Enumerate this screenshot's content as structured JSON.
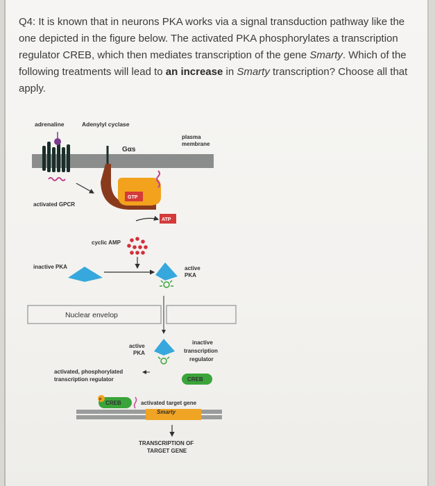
{
  "question": {
    "p1": "Q4: It is known that in neurons PKA works via a signal transduction pathway like the one depicted in the figure below. The activated PKA phosphorylates a transcription regulator CREB, which then mediates transcription of the gene ",
    "gene1": "Smarty",
    "p2": ". Which of the following treatments will lead to ",
    "emph": "an increase",
    "p3": " in ",
    "gene2": "Smarty",
    "p4": " transcription? Choose all that apply."
  },
  "diagram": {
    "adrenaline": "adrenaline",
    "adenylyl_cyclase": "Adenylyl cyclase",
    "g_alpha_s": "Gαs",
    "plasma_membrane_1": "plasma",
    "plasma_membrane_2": "membrane",
    "gtp": "GTP",
    "activated_gpcr": "activated GPCR",
    "atp": "ATP",
    "cyclic_amp": "cyclic AMP",
    "inactive_pka": "inactive PKA",
    "active_pka_1": "active",
    "active_pka_2": "PKA",
    "nuclear_envelop": "Nuclear envelop",
    "active_pka_nuc_1": "active",
    "active_pka_nuc_2": "PKA",
    "inactive_tr_1": "inactive",
    "inactive_tr_2": "transcription",
    "inactive_tr_3": "regulator",
    "creb": "CREB",
    "phospho_tr_1": "activated, phosphorylated",
    "phospho_tr_2": "transcription regulator",
    "creb_bound": "CREB",
    "p_label": "P",
    "target_gene": "activated target gene",
    "smarty": "Smarty",
    "transcription_1": "TRANSCRIPTION OF",
    "transcription_2": "TARGET GENE"
  },
  "colors": {
    "membrane": "#8a8d8c",
    "gpcr": "#1a2e29",
    "g_protein": "#8a3a1c",
    "adenylyl": "#f2a21c",
    "gtp_badge": "#d43a3a",
    "pka": "#36a8dd",
    "creb": "#3aa43a",
    "camp": "#d22f3a",
    "dna": "#9a9c9c",
    "gene": "#f0a424"
  }
}
